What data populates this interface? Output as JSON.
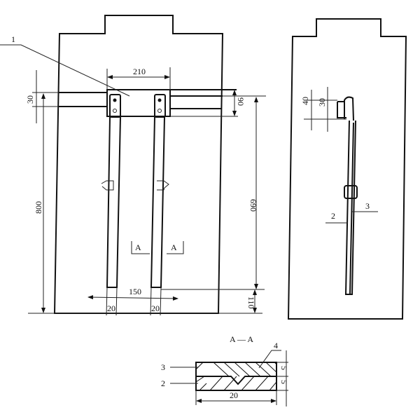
{
  "front_view": {
    "part_label": "1",
    "dims": {
      "width_top": "210",
      "rail_height": "30",
      "total_height": "800",
      "plate_height": "90",
      "bar_length": "690",
      "bottom_gap": "110",
      "bar_spacing": "150",
      "bar_width_left": "20",
      "bar_width_right": "20"
    },
    "section_mark_left": "A",
    "section_mark_right": "A"
  },
  "side_view": {
    "dims": {
      "outer": "40",
      "inner": "30"
    },
    "labels": {
      "part_2": "2",
      "part_3": "3"
    }
  },
  "section": {
    "title": "A — A",
    "labels": {
      "part_3": "3",
      "part_2": "2",
      "part_4": "4"
    },
    "dims": {
      "top_layer": "5",
      "bottom_layer": "5",
      "width": "20"
    }
  }
}
